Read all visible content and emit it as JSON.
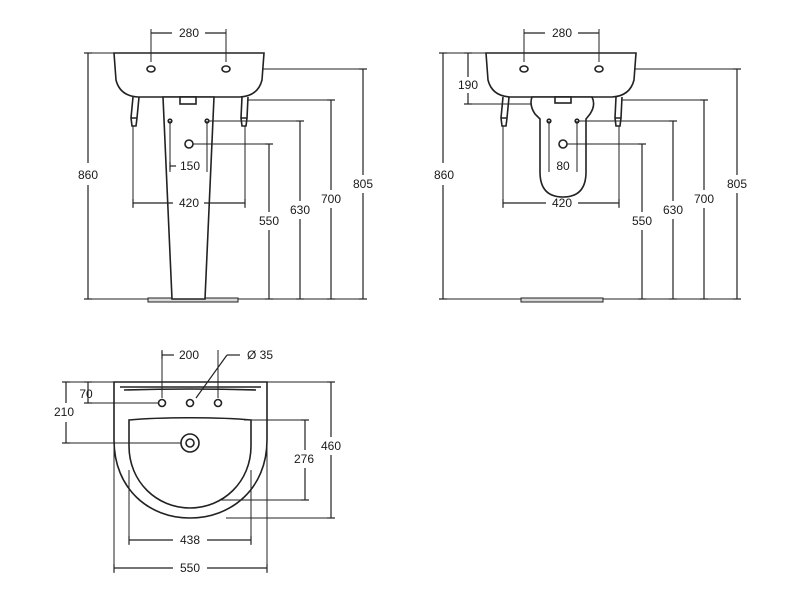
{
  "views": {
    "front": {
      "tap_spacing": "280",
      "overall_height": "860",
      "waste_spacing": "150",
      "trap_spacing": "420",
      "waste_height": "550",
      "trap_height": "630",
      "fixing_height": "700",
      "rim_height": "805"
    },
    "semi_pedestal": {
      "tap_spacing": "280",
      "bowl_drop": "190",
      "overall_height": "860",
      "waste_spacing": "80",
      "trap_spacing": "420",
      "waste_height": "550",
      "trap_height": "630",
      "fixing_height": "700",
      "rim_height": "805"
    },
    "plan": {
      "tap_spacing": "200",
      "tap_hole": "Ø 35",
      "tap_setback": "70",
      "waste_setback": "210",
      "bowl_depth": "276",
      "overall_depth": "460",
      "bowl_width": "438",
      "overall_width": "550"
    }
  }
}
